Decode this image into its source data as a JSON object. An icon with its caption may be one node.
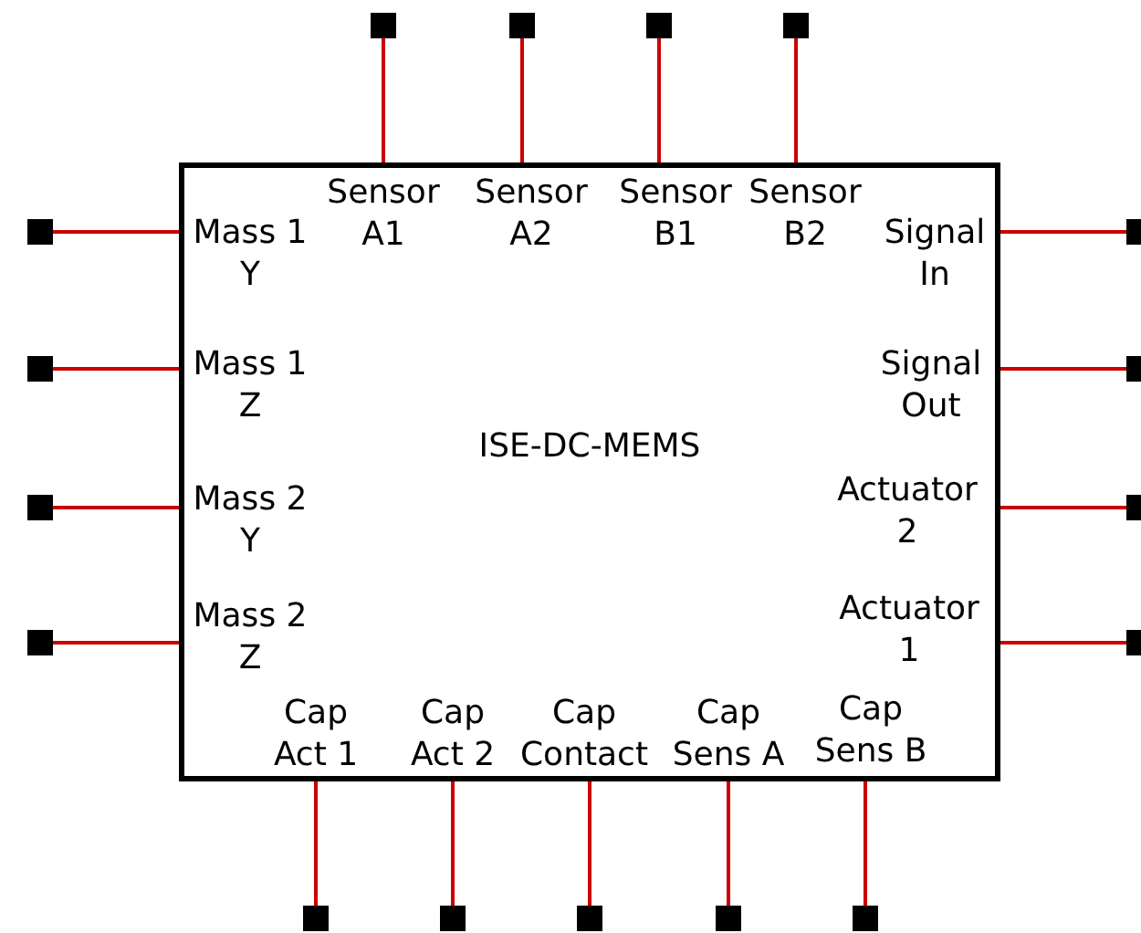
{
  "diagram": {
    "nodes": [
      {
        "text": [
          "ISE-DC-MEMS"
        ]
      },
      {
        "text": [
          "Sensor A1"
        ],
        "in": 0
      },
      {
        "text": [
          "Sensor A2"
        ],
        "in": 0
      },
      {
        "text": [
          "Sensor B1"
        ],
        "in": 0
      },
      {
        "text": [
          "Sensor B2"
        ],
        "in": 0
      },
      {
        "text": [
          "Mass 1 Y"
        ],
        "in": 0
      },
      {
        "text": [
          "Signal In"
        ],
        "in": 0
      },
      {
        "text": [
          "Mass 1 Z"
        ],
        "in": 0
      },
      {
        "text": [
          "Signal Out"
        ],
        "in": 0
      },
      {
        "text": [
          "Mass 2 Y"
        ],
        "in": 0
      },
      {
        "text": [
          "Actuator 2"
        ],
        "in": 0
      },
      {
        "text": [
          "Mass 2 Z"
        ],
        "in": 0
      },
      {
        "text": [
          "Actuator 1"
        ],
        "in": 0
      },
      {
        "text": [
          "Cap Act 1"
        ],
        "in": 0
      },
      {
        "text": [
          "Cap Act 2"
        ],
        "in": 0
      },
      {
        "text": [
          "Cap Contact"
        ],
        "in": 0
      },
      {
        "text": [
          "Cap Sens A"
        ],
        "in": 0
      },
      {
        "text": [
          "Cap Sens B"
        ],
        "in": 0
      },
      {
        "text": [],
        "shape": "box"
      },
      {
        "text": [],
        "shape": "box"
      },
      {
        "text": [],
        "shape": "box"
      },
      {
        "text": [],
        "shape": "box"
      },
      {
        "text": [],
        "shape": "box"
      },
      {
        "text": [],
        "shape": "box"
      },
      {
        "text": [],
        "shape": "box"
      },
      {
        "text": [],
        "shape": "box"
      },
      {
        "text": [],
        "shape": "box"
      },
      {
        "text": [],
        "shape": "box"
      },
      {
        "text": [],
        "shape": "box"
      },
      {
        "text": [],
        "shape": "box"
      },
      {
        "text": [],
        "shape": "box"
      },
      {
        "text": [],
        "shape": "box"
      },
      {
        "text": [],
        "shape": "box"
      },
      {
        "text": [],
        "shape": "box"
      },
      {
        "text": [],
        "shape": "box"
      }
    ],
    "edges": [
      {
        "from": 18,
        "to": 1,
        "arrow": "none"
      },
      {
        "from": 19,
        "to": 2,
        "arrow": "none"
      },
      {
        "from": 20,
        "to": 3,
        "arrow": "none"
      },
      {
        "from": 21,
        "to": 4,
        "arrow": "none"
      },
      {
        "from": 22,
        "to": 5,
        "arrow": "none"
      },
      {
        "from": 23,
        "to": 7,
        "arrow": "none"
      },
      {
        "from": 24,
        "to": 9,
        "arrow": "none"
      },
      {
        "from": 25,
        "to": 11,
        "arrow": "none"
      },
      {
        "from": 26,
        "to": 6,
        "arrow": "none"
      },
      {
        "from": 27,
        "to": 8,
        "arrow": "none"
      },
      {
        "from": 28,
        "to": 10,
        "arrow": "none"
      },
      {
        "from": 29,
        "to": 12,
        "arrow": "none"
      },
      {
        "from": 30,
        "to": 13,
        "arrow": "none"
      },
      {
        "from": 31,
        "to": 14,
        "arrow": "none"
      },
      {
        "from": 32,
        "to": 15,
        "arrow": "none"
      },
      {
        "from": 33,
        "to": 16,
        "arrow": "none"
      },
      {
        "from": 34,
        "to": 17,
        "arrow": "none"
      }
    ]
  }
}
